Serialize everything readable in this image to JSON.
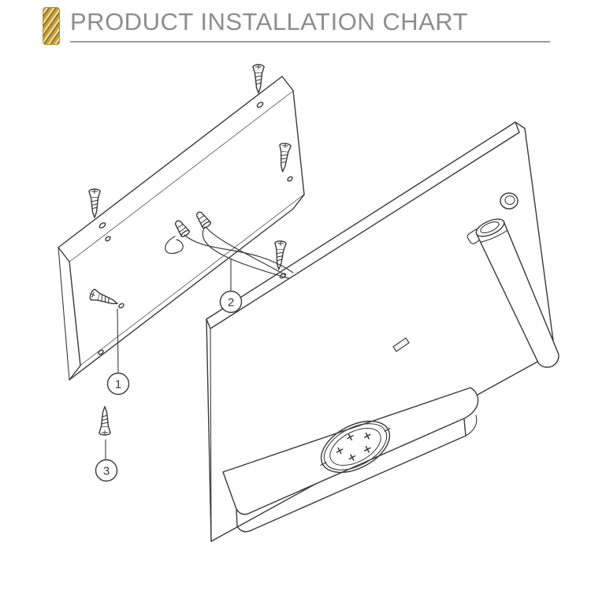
{
  "header": {
    "title": "PRODUCT INSTALLATION CHART"
  },
  "colors": {
    "title_gray": "#8d8d8d",
    "rule_gray": "#9a9a9a",
    "line_color": "#3a3a3a",
    "gold_light": "#f0e2b6",
    "gold_mid": "#c9a23a",
    "gold_dark": "#96761f"
  },
  "icons": {
    "brand_stripes_icon": "gold-chevron-stripes"
  },
  "diagram": {
    "type": "exploded-installation-drawing",
    "callouts": [
      {
        "number": "1"
      },
      {
        "number": "2"
      },
      {
        "number": "3"
      }
    ]
  }
}
